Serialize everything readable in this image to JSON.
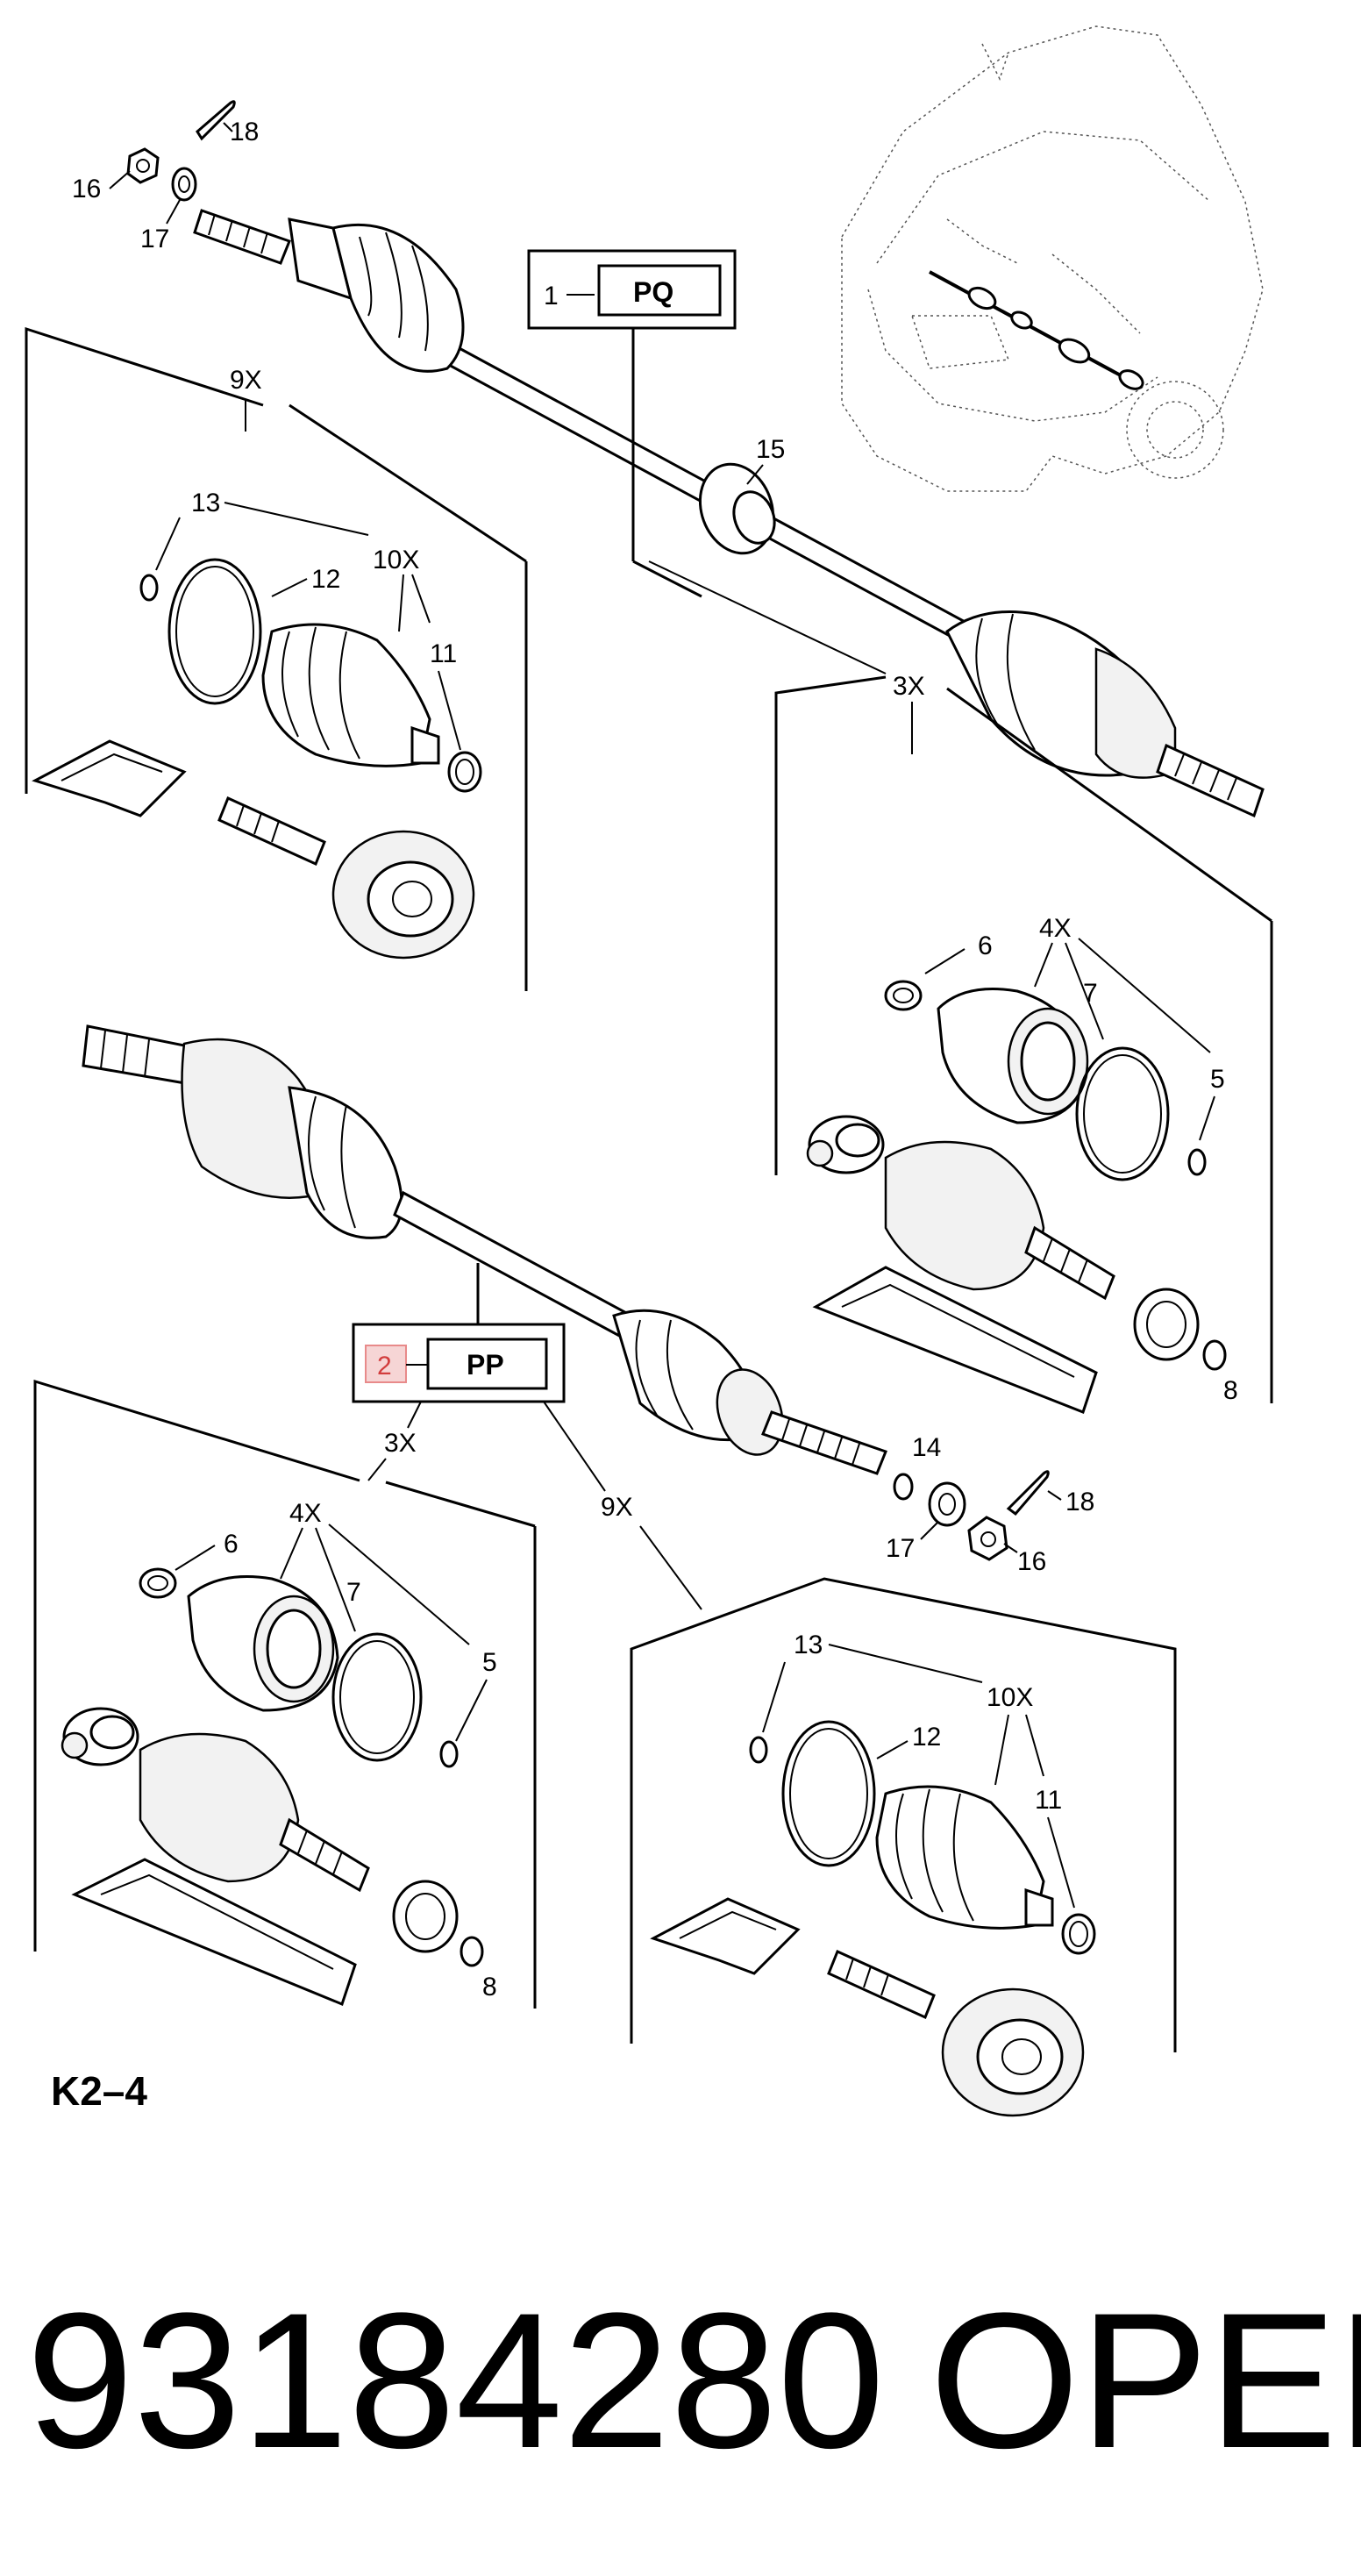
{
  "callouts": {
    "c18a": "18",
    "c16a": "16",
    "c17a": "17",
    "c15": "15",
    "c9xa": "9X",
    "c13a": "13",
    "c12a": "12",
    "c10xa": "10X",
    "c11a": "11",
    "c3xa": "3X",
    "c6a": "6",
    "c4xa": "4X",
    "c7a": "7",
    "c5a": "5",
    "c8a": "8",
    "c14": "14",
    "c18b": "18",
    "c17b": "17",
    "c16b": "16",
    "c3xb": "3X",
    "c9xb": "9X",
    "c6b": "6",
    "c4xb": "4X",
    "c7b": "7",
    "c5b": "5",
    "c8b": "8",
    "c13b": "13",
    "c10xb": "10X",
    "c12b": "12",
    "c11b": "11"
  },
  "assemblies": [
    {
      "number": "1",
      "code": "PQ"
    },
    {
      "number": "2",
      "code": "PP",
      "highlighted": true,
      "highlight_color": "#e88a8a"
    }
  ],
  "section_code": "K2–4",
  "part_number": "93184280",
  "brand": "OPEL",
  "icons": [
    "vehicle-locator-icon",
    "drive-shaft-icon",
    "cv-joint-icon",
    "boot-icon",
    "clamp-icon",
    "grease-packet-icon",
    "nut-icon",
    "washer-icon",
    "split-pin-icon",
    "snap-ring-icon"
  ]
}
